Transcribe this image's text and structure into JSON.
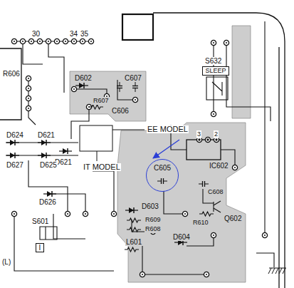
{
  "diagram": {
    "nodes": [
      {
        "text": [
          "SLEEP"
        ]
      },
      {
        "text": [
          "C605"
        ]
      },
      {
        "text": [
          "I"
        ]
      }
    ],
    "labels": [
      "30",
      "34",
      "35",
      "R606",
      "D602",
      "R607",
      "C607",
      "C606",
      "S632",
      "D624",
      "D621",
      "D621",
      "EE MODEL",
      "D627",
      "D625",
      "IT MODEL",
      "D626",
      "IC602",
      "3",
      "2",
      "C608",
      "Q602",
      "D603",
      "R609",
      "R608",
      "R610",
      "L601",
      "D604",
      "S601",
      "(L)"
    ]
  }
}
